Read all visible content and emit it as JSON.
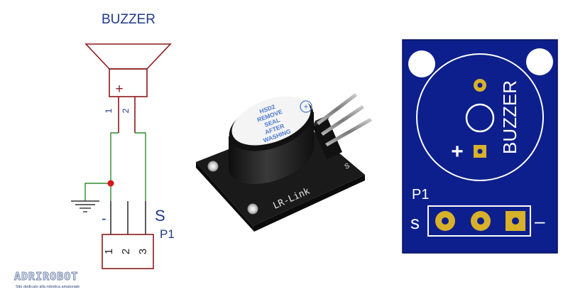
{
  "schematic": {
    "title": "BUZZER",
    "plus_sign": "+",
    "pin_labels": [
      "1",
      "2"
    ],
    "minus_label": "-",
    "s_label": "S",
    "connector_name": "P1",
    "connector_pins": [
      "1",
      "2",
      "3"
    ]
  },
  "module": {
    "sticker_lines": [
      "HSD2",
      "REMOVE",
      "SEAL",
      "AFTER",
      "WASHING"
    ],
    "plus_sign": "+",
    "board_label": "LR-Link",
    "pin_mark": "S"
  },
  "pcb": {
    "plus_sign": "+",
    "component_label": "BUZZER",
    "connector_name": "P1",
    "s_label": "s",
    "minus_label": "–"
  },
  "logo": {
    "name": "ADRIROBOT",
    "tagline": "Sito dedicato alla robotica amatoriale"
  },
  "colors": {
    "schematic_outline": "#8b1a1a",
    "schematic_text": "#1f3a8a",
    "wire": "#2e8b2e",
    "junction": "#d9141c",
    "pcb_blue": "#0d1f8c",
    "pad_gold": "#d8b12a",
    "module_black": "#1a1a1a",
    "cylinder_black": "#222222",
    "sticker_text": "#4a7ad0"
  }
}
